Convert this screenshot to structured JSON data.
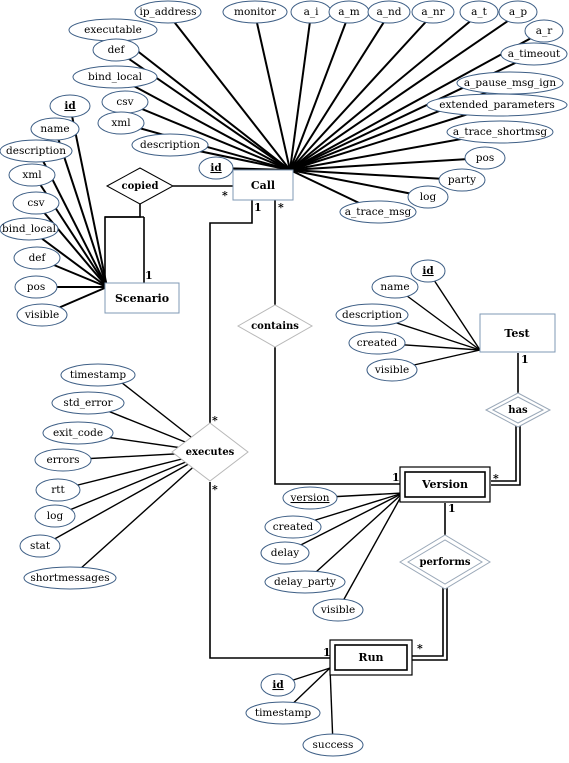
{
  "entities": {
    "call": "Call",
    "scenario": "Scenario",
    "test": "Test",
    "version": "Version",
    "run": "Run"
  },
  "relationships": {
    "copied": "copied",
    "contains": "contains",
    "has": "has",
    "executes": "executes",
    "performs": "performs"
  },
  "call_attributes": [
    "ip_address",
    "monitor",
    "a_i",
    "a_m",
    "a_nd",
    "a_nr",
    "a_t",
    "a_p",
    "executable",
    "a_r",
    "def",
    "a_timeout",
    "bind_local",
    "a_pause_msg_ign",
    "csv",
    "extended_parameters",
    "xml",
    "a_trace_shortmsg",
    "description",
    "pos",
    "id",
    "party",
    "log",
    "a_trace_msg"
  ],
  "scenario_attributes": [
    "id",
    "name",
    "description",
    "xml",
    "csv",
    "bind_local",
    "def",
    "pos",
    "visible"
  ],
  "test_attributes": [
    "id",
    "name",
    "description",
    "created",
    "visible"
  ],
  "version_attributes": [
    "version",
    "created",
    "delay",
    "delay_party",
    "visible"
  ],
  "run_attributes": [
    "id",
    "timestamp",
    "success"
  ],
  "executes_attributes": [
    "timestamp",
    "std_error",
    "exit_code",
    "errors",
    "rtt",
    "log",
    "stat",
    "shortmessages"
  ],
  "cardinalities": {
    "call_copied": "*",
    "scenario_copied": "1",
    "call_executes": "1",
    "call_contains": "*",
    "executes_call": "*",
    "executes_run": "*",
    "contains_version": "1",
    "test_has": "1",
    "version_has": "*",
    "version_performs": "1",
    "run_performs": "*",
    "run_executes": "1"
  }
}
